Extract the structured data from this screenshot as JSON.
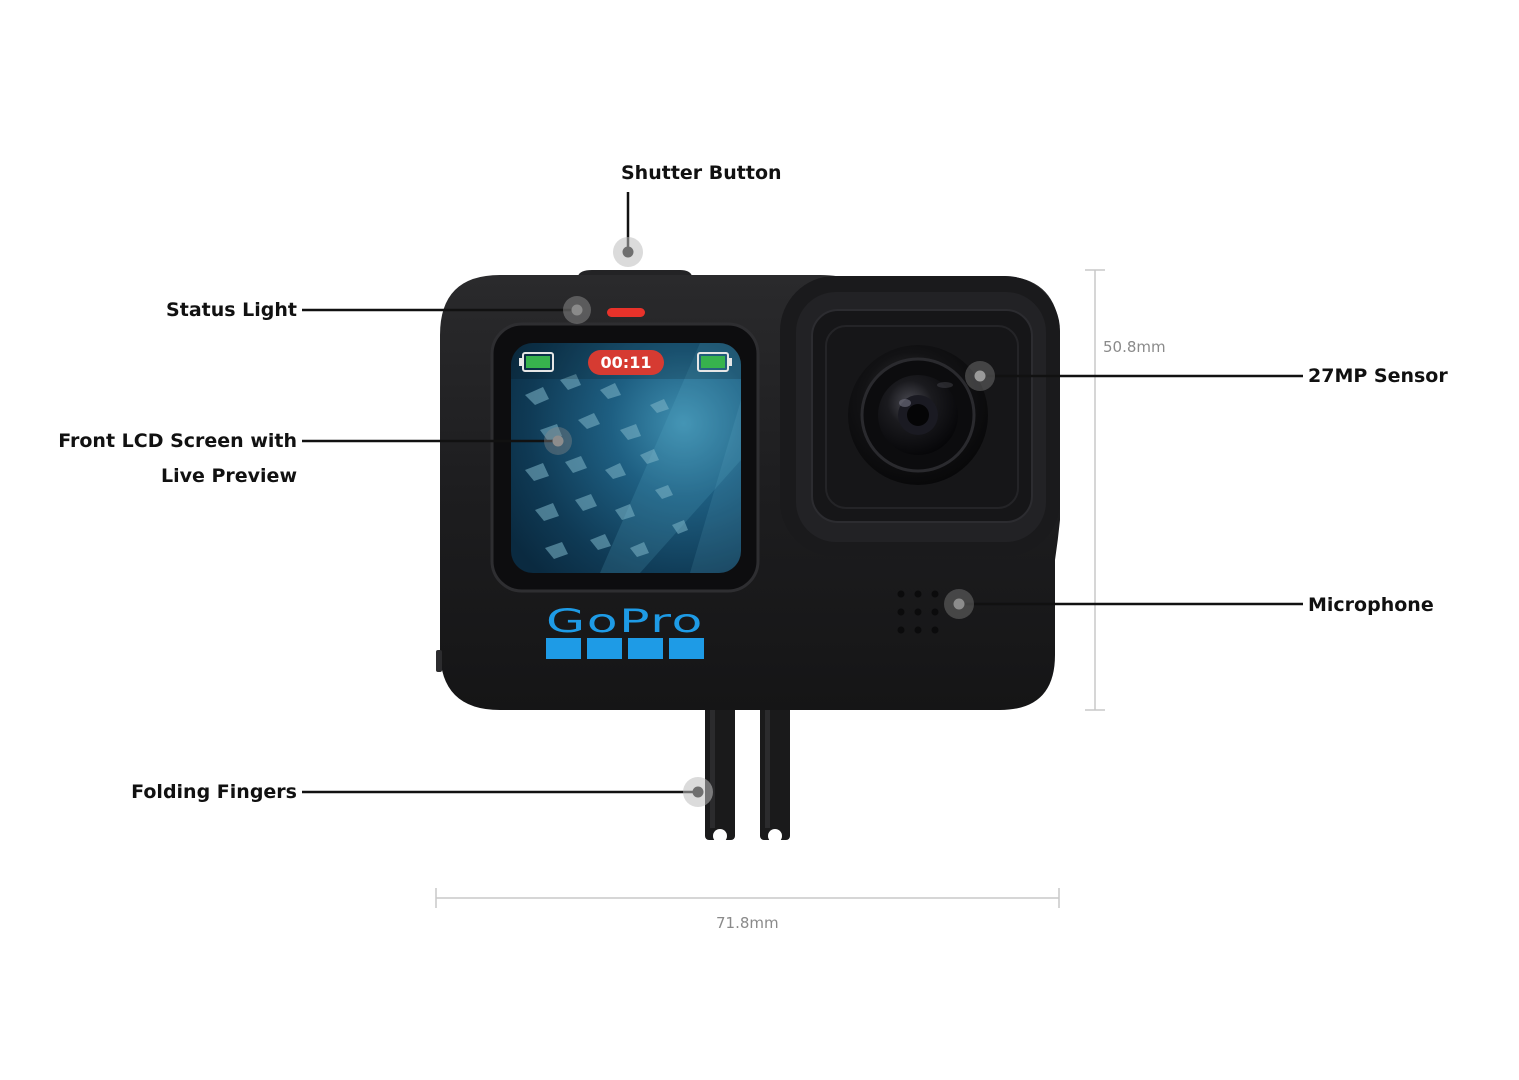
{
  "callouts": {
    "shutter_button": "Shutter Button",
    "status_light": "Status Light",
    "front_lcd_line1": "Front LCD Screen with",
    "front_lcd_line2": "Live Preview",
    "folding_fingers": "Folding Fingers",
    "sensor": "27MP Sensor",
    "microphone": "Microphone"
  },
  "dimensions": {
    "height": "50.8mm",
    "width": "71.8mm"
  },
  "camera": {
    "brand": "GoPro",
    "screen_timer": "00:11"
  },
  "colors": {
    "body": "#1c1c1e",
    "leader_line": "#111111",
    "dimension_line": "#c8c8c8",
    "status_light": "#e8322a",
    "logo_blue": "#1e9be6",
    "battery_green": "#37b24d",
    "timer_badge": "#d63b32"
  }
}
